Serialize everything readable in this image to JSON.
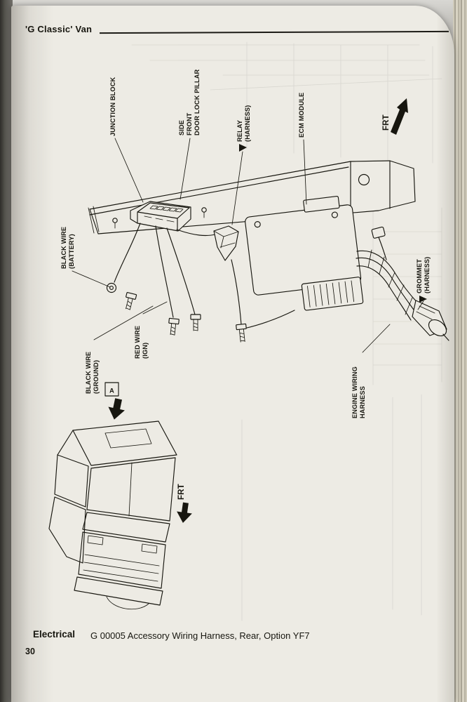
{
  "theme": {
    "paper": "#edebe4",
    "ink": "#17160f",
    "photo_bg": "#b3b1ac",
    "spine": "#55544e"
  },
  "header": {
    "title": "'G Classic' Van"
  },
  "footer": {
    "section": "Electrical",
    "caption": "G 00005 Accessory Wiring Harness, Rear, Option YF7",
    "page_number": "30"
  },
  "diagram": {
    "labels": {
      "junction_block": {
        "lines": [
          "JUNCTION BLOCK"
        ]
      },
      "door_lock_pillar": {
        "lines": [
          "SIDE",
          "FRONT",
          "DOOR LOCK PILLAR"
        ]
      },
      "relay": {
        "lines": [
          "RELAY",
          "(HARNESS)"
        ]
      },
      "ecm": {
        "lines": [
          "ECM MODULE"
        ]
      },
      "frt_top": {
        "text": "FRT"
      },
      "black_wire_battery": {
        "lines": [
          "BLACK WIRE",
          "(BATTERY)"
        ]
      },
      "red_wire_ign": {
        "lines": [
          "RED WIRE",
          "(IGN)"
        ]
      },
      "black_wire_ground": {
        "lines": [
          "BLACK WIRE",
          "(GROUND)"
        ]
      },
      "grommet": {
        "lines": [
          "GROMMET",
          "(HARNESS)"
        ]
      },
      "engine_wiring_harness": {
        "lines": [
          "ENGINE WIRING",
          "HARNESS"
        ]
      },
      "view_marker": {
        "text": "A"
      },
      "frt_bottom": {
        "text": "FRT"
      }
    }
  }
}
